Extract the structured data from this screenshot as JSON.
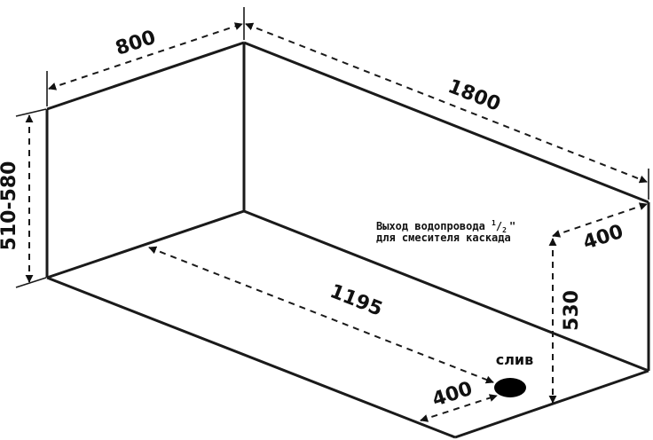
{
  "dimensions": {
    "width": "800",
    "length": "1800",
    "height_range": "510-580",
    "inner_length": "1195",
    "drain_offset": "400",
    "outlet_offset": "400",
    "outlet_height": "530"
  },
  "labels": {
    "drain": "слив",
    "outlet_line1": "Выход водопровода ",
    "outlet_fraction_num": "1",
    "outlet_fraction_den": "2",
    "outlet_quote": "\"",
    "outlet_line2": "для смесителя каскада"
  },
  "colors": {
    "line": "#1a1a1a",
    "background": "#ffffff",
    "drain_fill": "#000000"
  }
}
